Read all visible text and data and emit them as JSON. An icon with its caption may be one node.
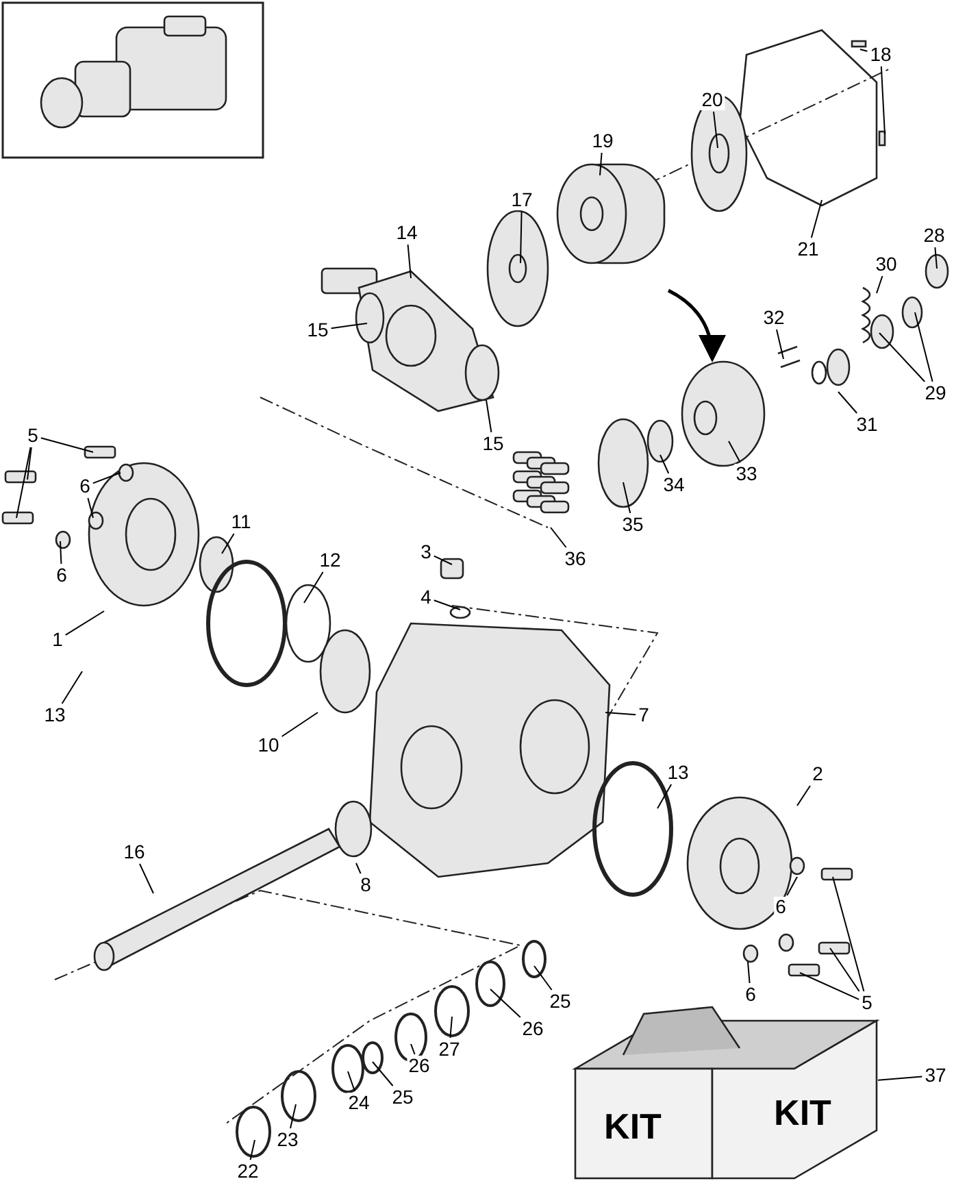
{
  "diagram": {
    "nodes": [
      {
        "text": [
          "18"
        ]
      },
      {
        "text": [
          "20"
        ]
      },
      {
        "text": [
          "19"
        ]
      },
      {
        "text": [
          "21"
        ]
      },
      {
        "text": [
          "14"
        ]
      },
      {
        "text": [
          "17"
        ]
      },
      {
        "text": [
          "28"
        ]
      },
      {
        "text": [
          "30"
        ]
      },
      {
        "text": [
          "32"
        ]
      },
      {
        "text": [
          "15"
        ]
      },
      {
        "text": [
          "29"
        ]
      },
      {
        "text": [
          "5"
        ]
      },
      {
        "text": [
          "15"
        ]
      },
      {
        "text": [
          "31"
        ]
      },
      {
        "text": [
          "33"
        ]
      },
      {
        "text": [
          "34"
        ]
      },
      {
        "text": [
          "6"
        ]
      },
      {
        "text": [
          "35"
        ]
      },
      {
        "text": [
          "11"
        ]
      },
      {
        "text": [
          "36"
        ]
      },
      {
        "text": [
          "3"
        ]
      },
      {
        "text": [
          "12"
        ]
      },
      {
        "text": [
          "4"
        ]
      },
      {
        "text": [
          "6"
        ]
      },
      {
        "text": [
          "1"
        ]
      },
      {
        "text": [
          "13"
        ]
      },
      {
        "text": [
          "7"
        ]
      },
      {
        "text": [
          "10"
        ]
      },
      {
        "text": [
          "2"
        ]
      },
      {
        "text": [
          "13"
        ]
      },
      {
        "text": [
          "16"
        ]
      },
      {
        "text": [
          "8"
        ]
      },
      {
        "text": [
          "6"
        ]
      },
      {
        "text": [
          "6"
        ]
      },
      {
        "text": [
          "5"
        ]
      },
      {
        "text": [
          "25"
        ]
      },
      {
        "text": [
          "26"
        ]
      },
      {
        "text": [
          "27"
        ]
      },
      {
        "text": [
          "26"
        ]
      },
      {
        "text": [
          "25"
        ]
      },
      {
        "text": [
          "24"
        ]
      },
      {
        "text": [
          "23"
        ]
      },
      {
        "text": [
          "22"
        ]
      },
      {
        "text": [
          "37"
        ]
      },
      {
        "text": [],
        "shape": "picture"
      }
    ],
    "edges": [
      {
        "from": 0,
        "to": null,
        "arrow": "none"
      },
      {
        "from": 0,
        "to": null,
        "arrow": "none"
      },
      {
        "from": 1,
        "to": null,
        "arrow": "none"
      },
      {
        "from": 2,
        "to": null,
        "arrow": "none"
      },
      {
        "from": 3,
        "to": null,
        "arrow": "none"
      },
      {
        "from": 4,
        "to": null,
        "arrow": "none"
      },
      {
        "from": 5,
        "to": null,
        "arrow": "none"
      },
      {
        "from": 6,
        "to": null,
        "arrow": "none"
      },
      {
        "from": 7,
        "to": null,
        "arrow": "none"
      },
      {
        "from": 8,
        "to": null,
        "arrow": "none"
      },
      {
        "from": 9,
        "to": null,
        "arrow": "none"
      },
      {
        "from": 10,
        "to": null,
        "arrow": "none"
      },
      {
        "from": 10,
        "to": null,
        "arrow": "none"
      },
      {
        "from": 11,
        "to": null,
        "arrow": "none"
      },
      {
        "from": 11,
        "to": null,
        "arrow": "none"
      },
      {
        "from": 11,
        "to": null,
        "arrow": "none"
      },
      {
        "from": 12,
        "to": null,
        "arrow": "none"
      },
      {
        "from": 13,
        "to": null,
        "arrow": "none"
      },
      {
        "from": 14,
        "to": null,
        "arrow": "none"
      },
      {
        "from": 15,
        "to": null,
        "arrow": "none"
      },
      {
        "from": 16,
        "to": null,
        "arrow": "none"
      },
      {
        "from": 16,
        "to": null,
        "arrow": "none"
      },
      {
        "from": 17,
        "to": null,
        "arrow": "none"
      },
      {
        "from": 18,
        "to": null,
        "arrow": "none"
      },
      {
        "from": 19,
        "to": null,
        "arrow": "none"
      },
      {
        "from": 20,
        "to": null,
        "arrow": "none"
      },
      {
        "from": 21,
        "to": null,
        "arrow": "none"
      },
      {
        "from": 22,
        "to": null,
        "arrow": "none"
      },
      {
        "from": 23,
        "to": null,
        "arrow": "none"
      },
      {
        "from": 24,
        "to": null,
        "arrow": "none"
      },
      {
        "from": 25,
        "to": null,
        "arrow": "none"
      },
      {
        "from": 26,
        "to": null,
        "arrow": "none"
      },
      {
        "from": 27,
        "to": null,
        "arrow": "none"
      },
      {
        "from": 28,
        "to": null,
        "arrow": "none"
      },
      {
        "from": 29,
        "to": null,
        "arrow": "none"
      },
      {
        "from": 30,
        "to": null,
        "arrow": "none"
      },
      {
        "from": 31,
        "to": null,
        "arrow": "none"
      },
      {
        "from": 32,
        "to": null,
        "arrow": "none"
      },
      {
        "from": 33,
        "to": null,
        "arrow": "none"
      },
      {
        "from": 34,
        "to": null,
        "arrow": "none"
      },
      {
        "from": 34,
        "to": null,
        "arrow": "none"
      },
      {
        "from": 34,
        "to": null,
        "arrow": "none"
      },
      {
        "from": 35,
        "to": null,
        "arrow": "none"
      },
      {
        "from": 36,
        "to": null,
        "arrow": "none"
      },
      {
        "from": 37,
        "to": null,
        "arrow": "none"
      },
      {
        "from": 38,
        "to": null,
        "arrow": "none"
      },
      {
        "from": 39,
        "to": null,
        "arrow": "none"
      },
      {
        "from": 40,
        "to": null,
        "arrow": "none"
      },
      {
        "from": 41,
        "to": null,
        "arrow": "none"
      },
      {
        "from": 42,
        "to": null,
        "arrow": "none"
      },
      {
        "from": 43,
        "to": 44,
        "arrow": "none"
      }
    ],
    "labels": [
      "KIT",
      "KIT"
    ]
  }
}
